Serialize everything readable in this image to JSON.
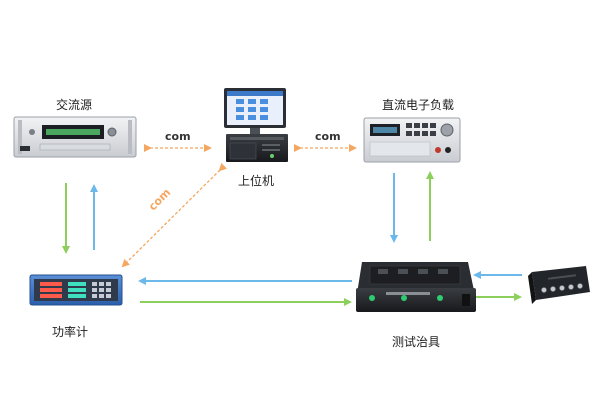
{
  "nodes": {
    "ac_source": "交流源",
    "host_pc": "上位机",
    "dc_load": "直流电子负载",
    "power_meter": "功率计",
    "test_fixture": "测试治具"
  },
  "links": {
    "ac_host": "com",
    "host_load": "com",
    "host_meter": "com"
  },
  "colors": {
    "com_link": "#f4a760",
    "green_arrow": "#8ccf5c",
    "blue_arrow": "#6db8ea"
  }
}
